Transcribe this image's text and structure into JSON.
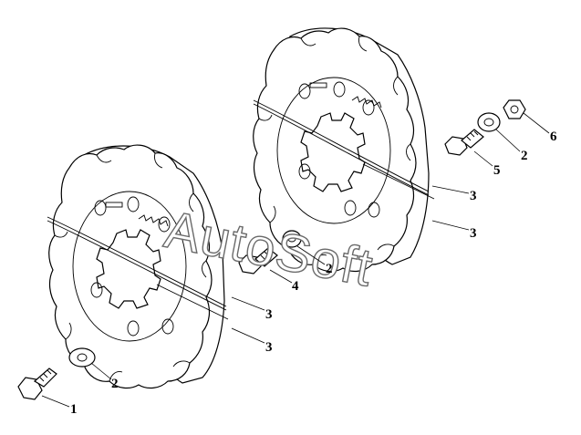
{
  "watermark": "AutoSoft",
  "labels": {
    "l1": "1",
    "l2a": "2",
    "l2b": "2",
    "l2c": "2",
    "l3a": "3",
    "l3b": "3",
    "l3c": "3",
    "l3d": "3",
    "l4": "4",
    "l5": "5",
    "l6": "6"
  }
}
